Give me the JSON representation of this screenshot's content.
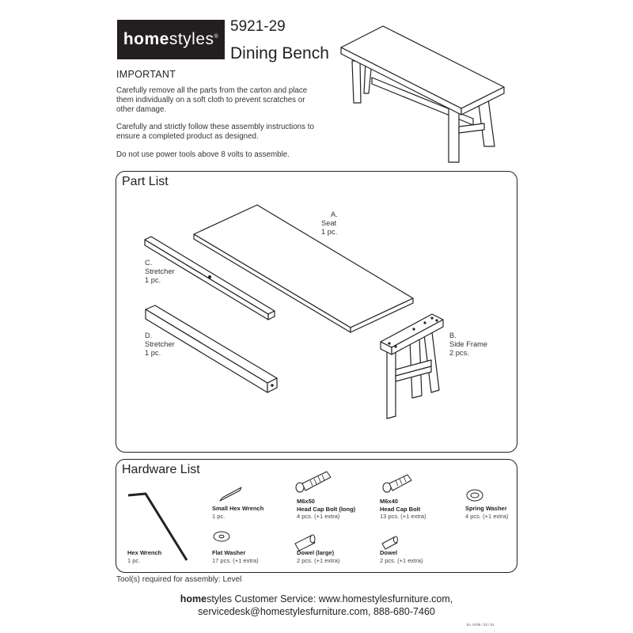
{
  "header": {
    "brand_bold": "home",
    "brand_rest": "styles",
    "model_number": "5921-29",
    "product_name": "Dining Bench"
  },
  "instructions": {
    "heading": "IMPORTANT",
    "paragraph_1": "Carefully remove all the parts from the carton and place them individually on a soft cloth to prevent scratches or other damage.",
    "paragraph_2": "Carefully and strictly follow these assembly instructions to ensure a completed product as designed.",
    "paragraph_3": "Do not use power tools above 8 volts to assemble."
  },
  "part_list": {
    "title": "Part List",
    "parts": [
      {
        "letter": "A.",
        "name": "Seat",
        "qty": "1 pc."
      },
      {
        "letter": "B.",
        "name": "Side Frame",
        "qty": "2 pcs."
      },
      {
        "letter": "C.",
        "name": "Stretcher",
        "qty": "1 pc."
      },
      {
        "letter": "D.",
        "name": "Stretcher",
        "qty": "1 pc."
      }
    ]
  },
  "hardware_list": {
    "title": "Hardware List",
    "items": [
      {
        "code": "",
        "name": "Hex Wrench",
        "qty": "1 pc."
      },
      {
        "code": "",
        "name": "Small Hex Wrench",
        "qty": "1 pc."
      },
      {
        "code": "M6x50",
        "name": "Head Cap Bolt (long)",
        "qty": "4 pcs. (+1 extra)"
      },
      {
        "code": "M6x40",
        "name": "Head Cap Bolt",
        "qty": "13 pcs. (+1 extra)"
      },
      {
        "code": "",
        "name": "Spring Washer",
        "qty": "4 pcs. (+1 extra)"
      },
      {
        "code": "",
        "name": "Flat Washer",
        "qty": "17 pcs. (+1 extra)"
      },
      {
        "code": "",
        "name": "Dowel (large)",
        "qty": "2 pcs. (+1 extra)"
      },
      {
        "code": "",
        "name": "Dowel",
        "qty": "2 pcs. (+1 extra)"
      }
    ]
  },
  "tools_note": "Tool(s) required for assembly: Level",
  "footer": {
    "brand_bold": "home",
    "line_1_rest": "styles Customer Service: www.homestylesfurniture.com,",
    "line_2": "servicedesk@homestylesfurniture.com, 888-680-7460",
    "doc_code": "Ilo. 5705 / 22 / 01"
  }
}
